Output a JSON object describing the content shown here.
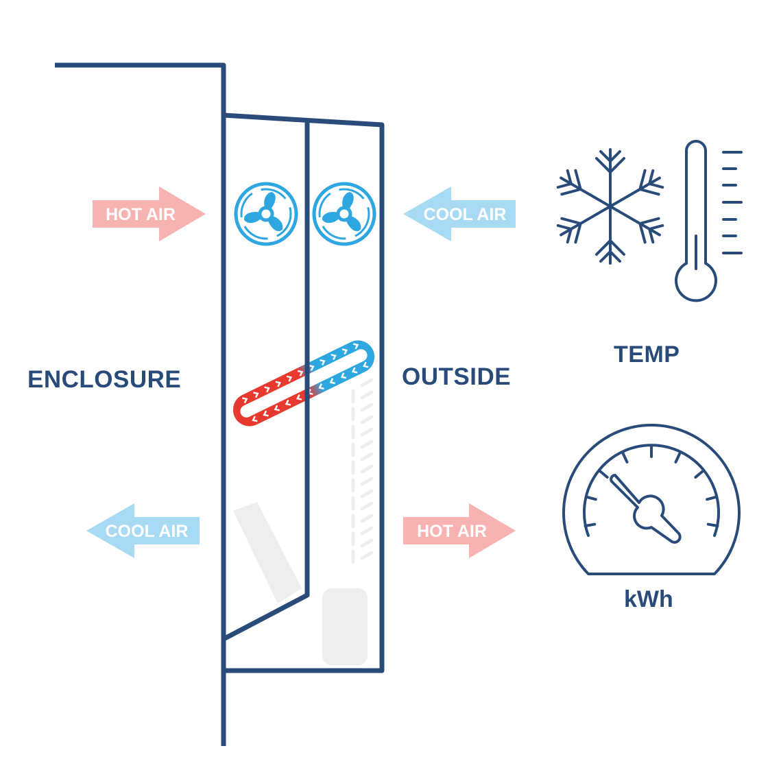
{
  "labels": {
    "enclosure": "ENCLOSURE",
    "outside": "OUTSIDE",
    "temp": "TEMP",
    "kwh": "kWh"
  },
  "arrows": {
    "top_left": "HOT AIR",
    "top_right": "COOL AIR",
    "bottom_left": "COOL AIR",
    "bottom_right": "HOT AIR"
  },
  "colors": {
    "line": "#284b7a",
    "hot_arrow": "#f7b3b1",
    "cool_arrow": "#a8dbf3",
    "fan": "#2ea7e0",
    "hot_pipe": "#e8392f",
    "cool_pipe": "#2ea7e0",
    "ghost": "#eeeeee"
  },
  "icons": {
    "fans": [
      "fan-icon",
      "fan-icon"
    ],
    "snowflake": "snowflake-icon",
    "thermometer": "thermometer-icon",
    "gauge": "gauge-icon",
    "heat_pipe": "heat-pipe-icon"
  }
}
